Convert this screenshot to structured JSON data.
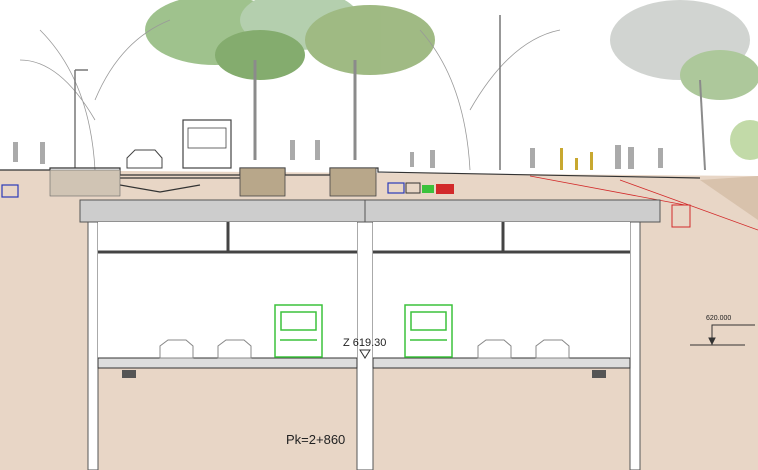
{
  "labels": {
    "chainage": "Pk=2+860",
    "level_mark": "Z 619.30",
    "ground_elevation": "620.000"
  },
  "colors": {
    "ground": "#e8d6c6",
    "slab": "#c9c9c9",
    "bus": "#3cc23c",
    "tree_green": "#7aa860",
    "utility_red": "#d22a2a",
    "utility_blue": "#2a3ab8"
  }
}
